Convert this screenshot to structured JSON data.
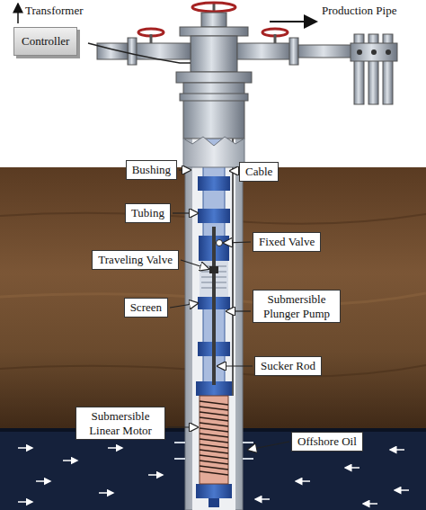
{
  "diagram": {
    "nodes": [
      {
        "text": [
          "Controller"
        ]
      },
      {
        "text": [
          "Bushing"
        ]
      },
      {
        "text": [
          "Cable"
        ]
      },
      {
        "text": [
          "Tubing"
        ]
      },
      {
        "text": [
          "Fixed Valve"
        ]
      },
      {
        "text": [
          "Traveling Valve"
        ]
      },
      {
        "text": [
          "Screen"
        ]
      },
      {
        "text": [
          "Submersible Plunger Pump"
        ]
      },
      {
        "text": [
          "Sucker Rod"
        ]
      },
      {
        "text": [
          "Submersible Linear Motor"
        ]
      },
      {
        "text": [
          "Offshore Oil"
        ]
      }
    ],
    "labels": [
      "Transformer",
      "Production Pipe"
    ]
  }
}
